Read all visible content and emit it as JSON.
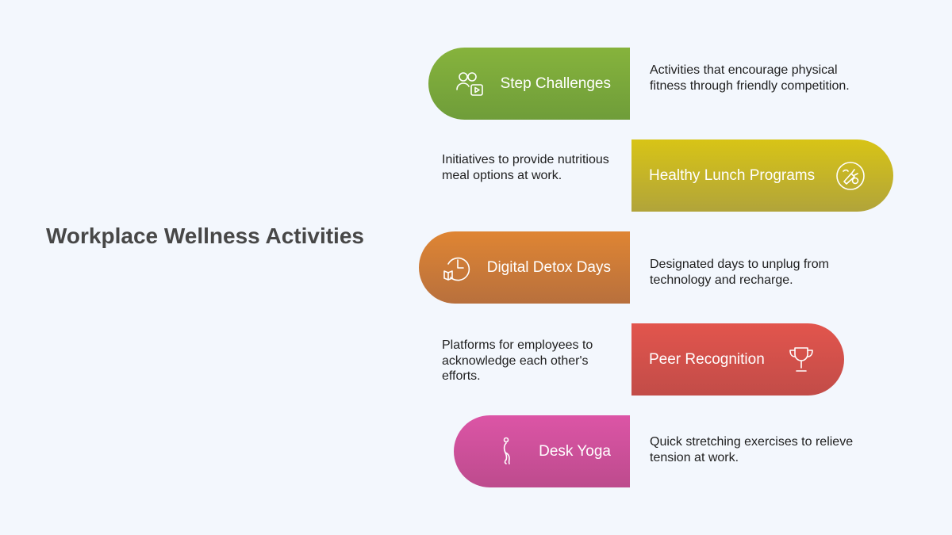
{
  "title": "Workplace Wellness Activities",
  "items": [
    {
      "label": "Step Challenges",
      "description": "Activities that encourage physical fitness through friendly competition.",
      "icon": "people-video-icon",
      "color": "#7aa83b"
    },
    {
      "label": "Healthy Lunch Programs",
      "description": "Initiatives to provide nutritious meal options at work.",
      "icon": "vegetables-icon",
      "color": "#c9b827"
    },
    {
      "label": "Digital Detox Days",
      "description": "Designated days to unplug from technology and recharge.",
      "icon": "clock-book-icon",
      "color": "#cf7a37"
    },
    {
      "label": "Peer Recognition",
      "description": "Platforms for employees to acknowledge each other's efforts.",
      "icon": "trophy-icon",
      "color": "#d5504b"
    },
    {
      "label": "Desk Yoga",
      "description": "Quick stretching exercises to relieve tension at work.",
      "icon": "yoga-pose-icon",
      "color": "#cf5099"
    }
  ]
}
